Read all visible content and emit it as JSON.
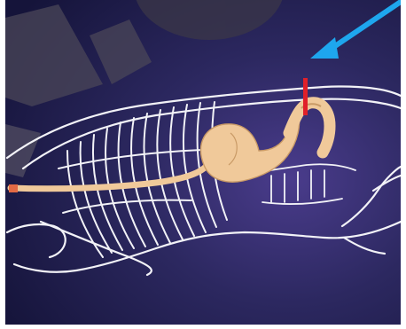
{
  "figure": {
    "subject": "feeding-tube-anatomy-diagram",
    "palette": {
      "background_dark": "#15143a",
      "background_mid": "#2c2860",
      "background_light": "#4a3c8c",
      "outline": "#f2f2f7",
      "tube": "#f0c99a",
      "stoma_marker": "#e0202a",
      "arrow": "#1ea6ee"
    },
    "parts": {
      "ribcage": "ribcage-outline",
      "stomach": "stomach-pouch",
      "esophagus": "esophagus-tube",
      "stoma_tube": "gastrostomy-tube",
      "marker": "insertion-site-marker",
      "arrow": "pointer-arrow"
    }
  }
}
